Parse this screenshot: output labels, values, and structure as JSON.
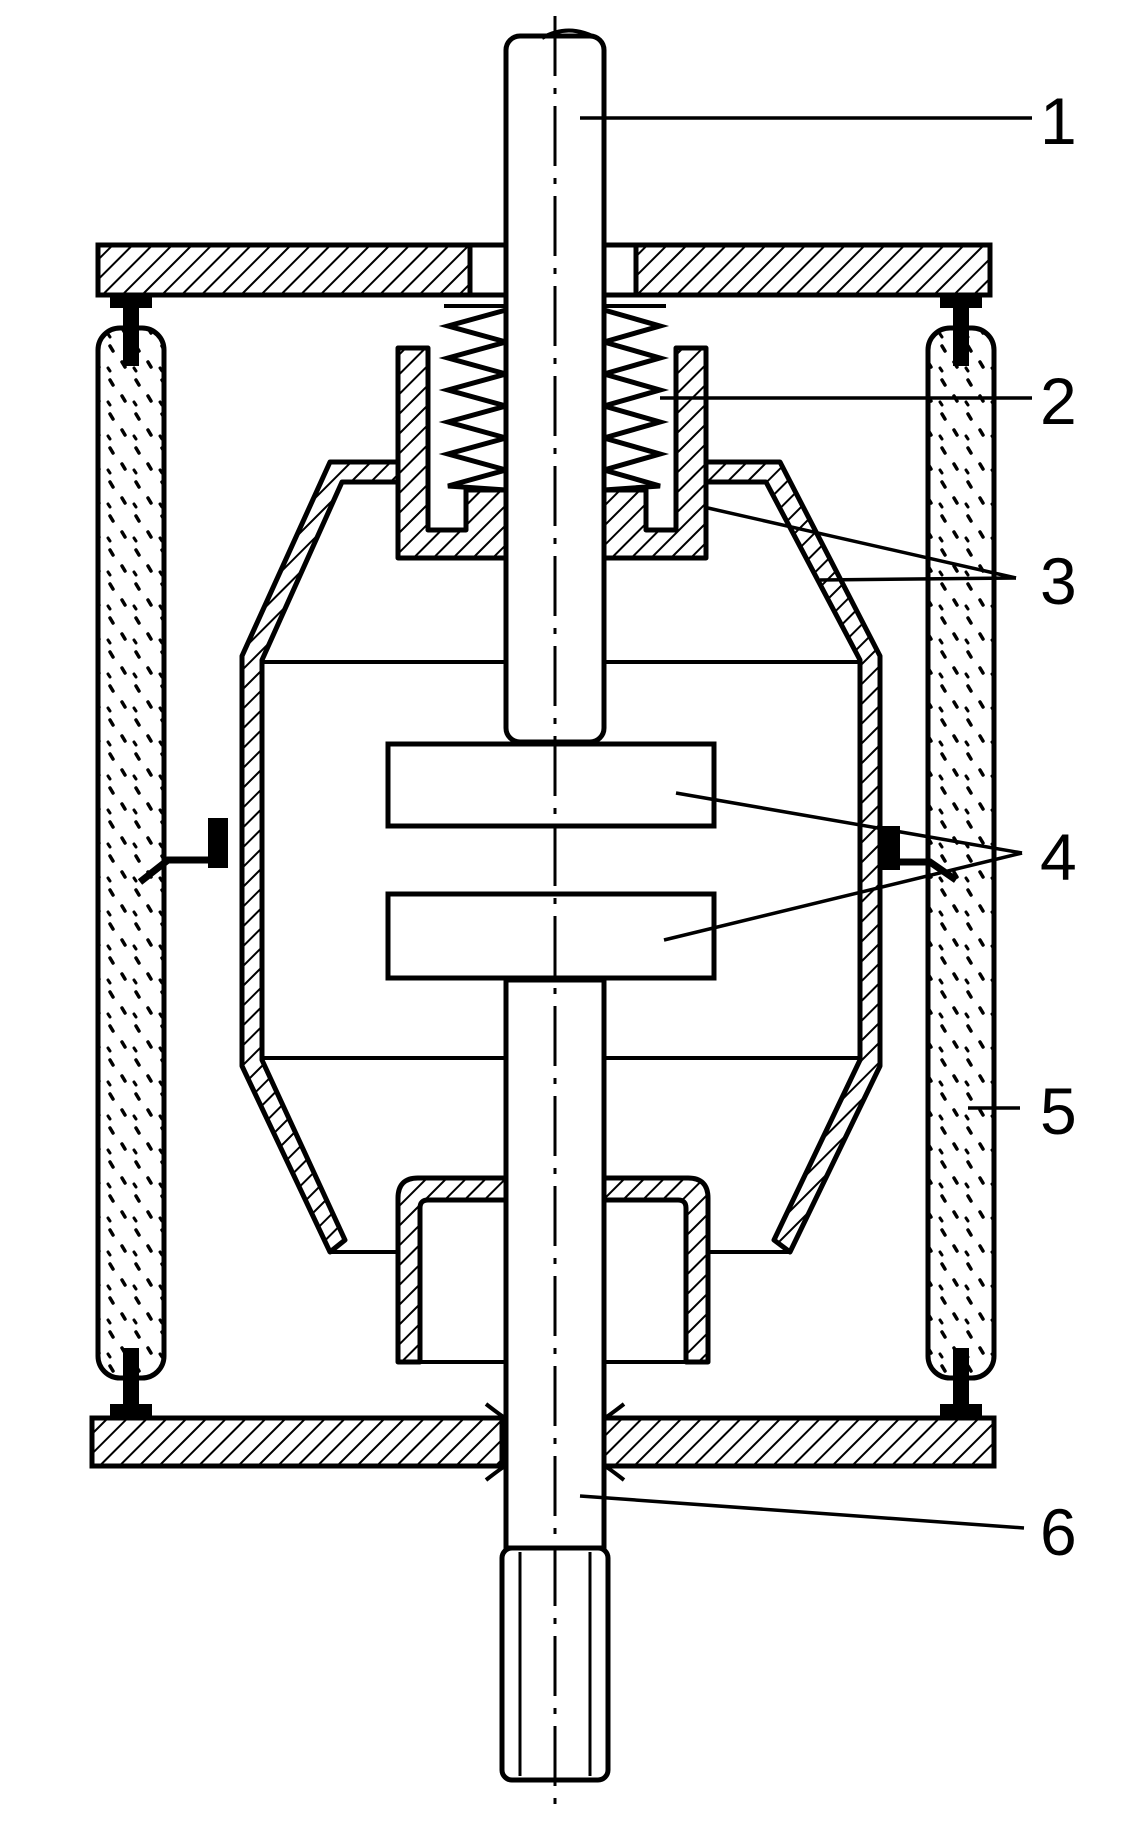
{
  "diagram": {
    "callouts": [
      {
        "number": "1"
      },
      {
        "number": "2"
      },
      {
        "number": "3"
      },
      {
        "number": "4"
      },
      {
        "number": "5"
      },
      {
        "number": "6"
      }
    ]
  },
  "colors": {
    "ink": "#000000",
    "paper": "#ffffff"
  }
}
